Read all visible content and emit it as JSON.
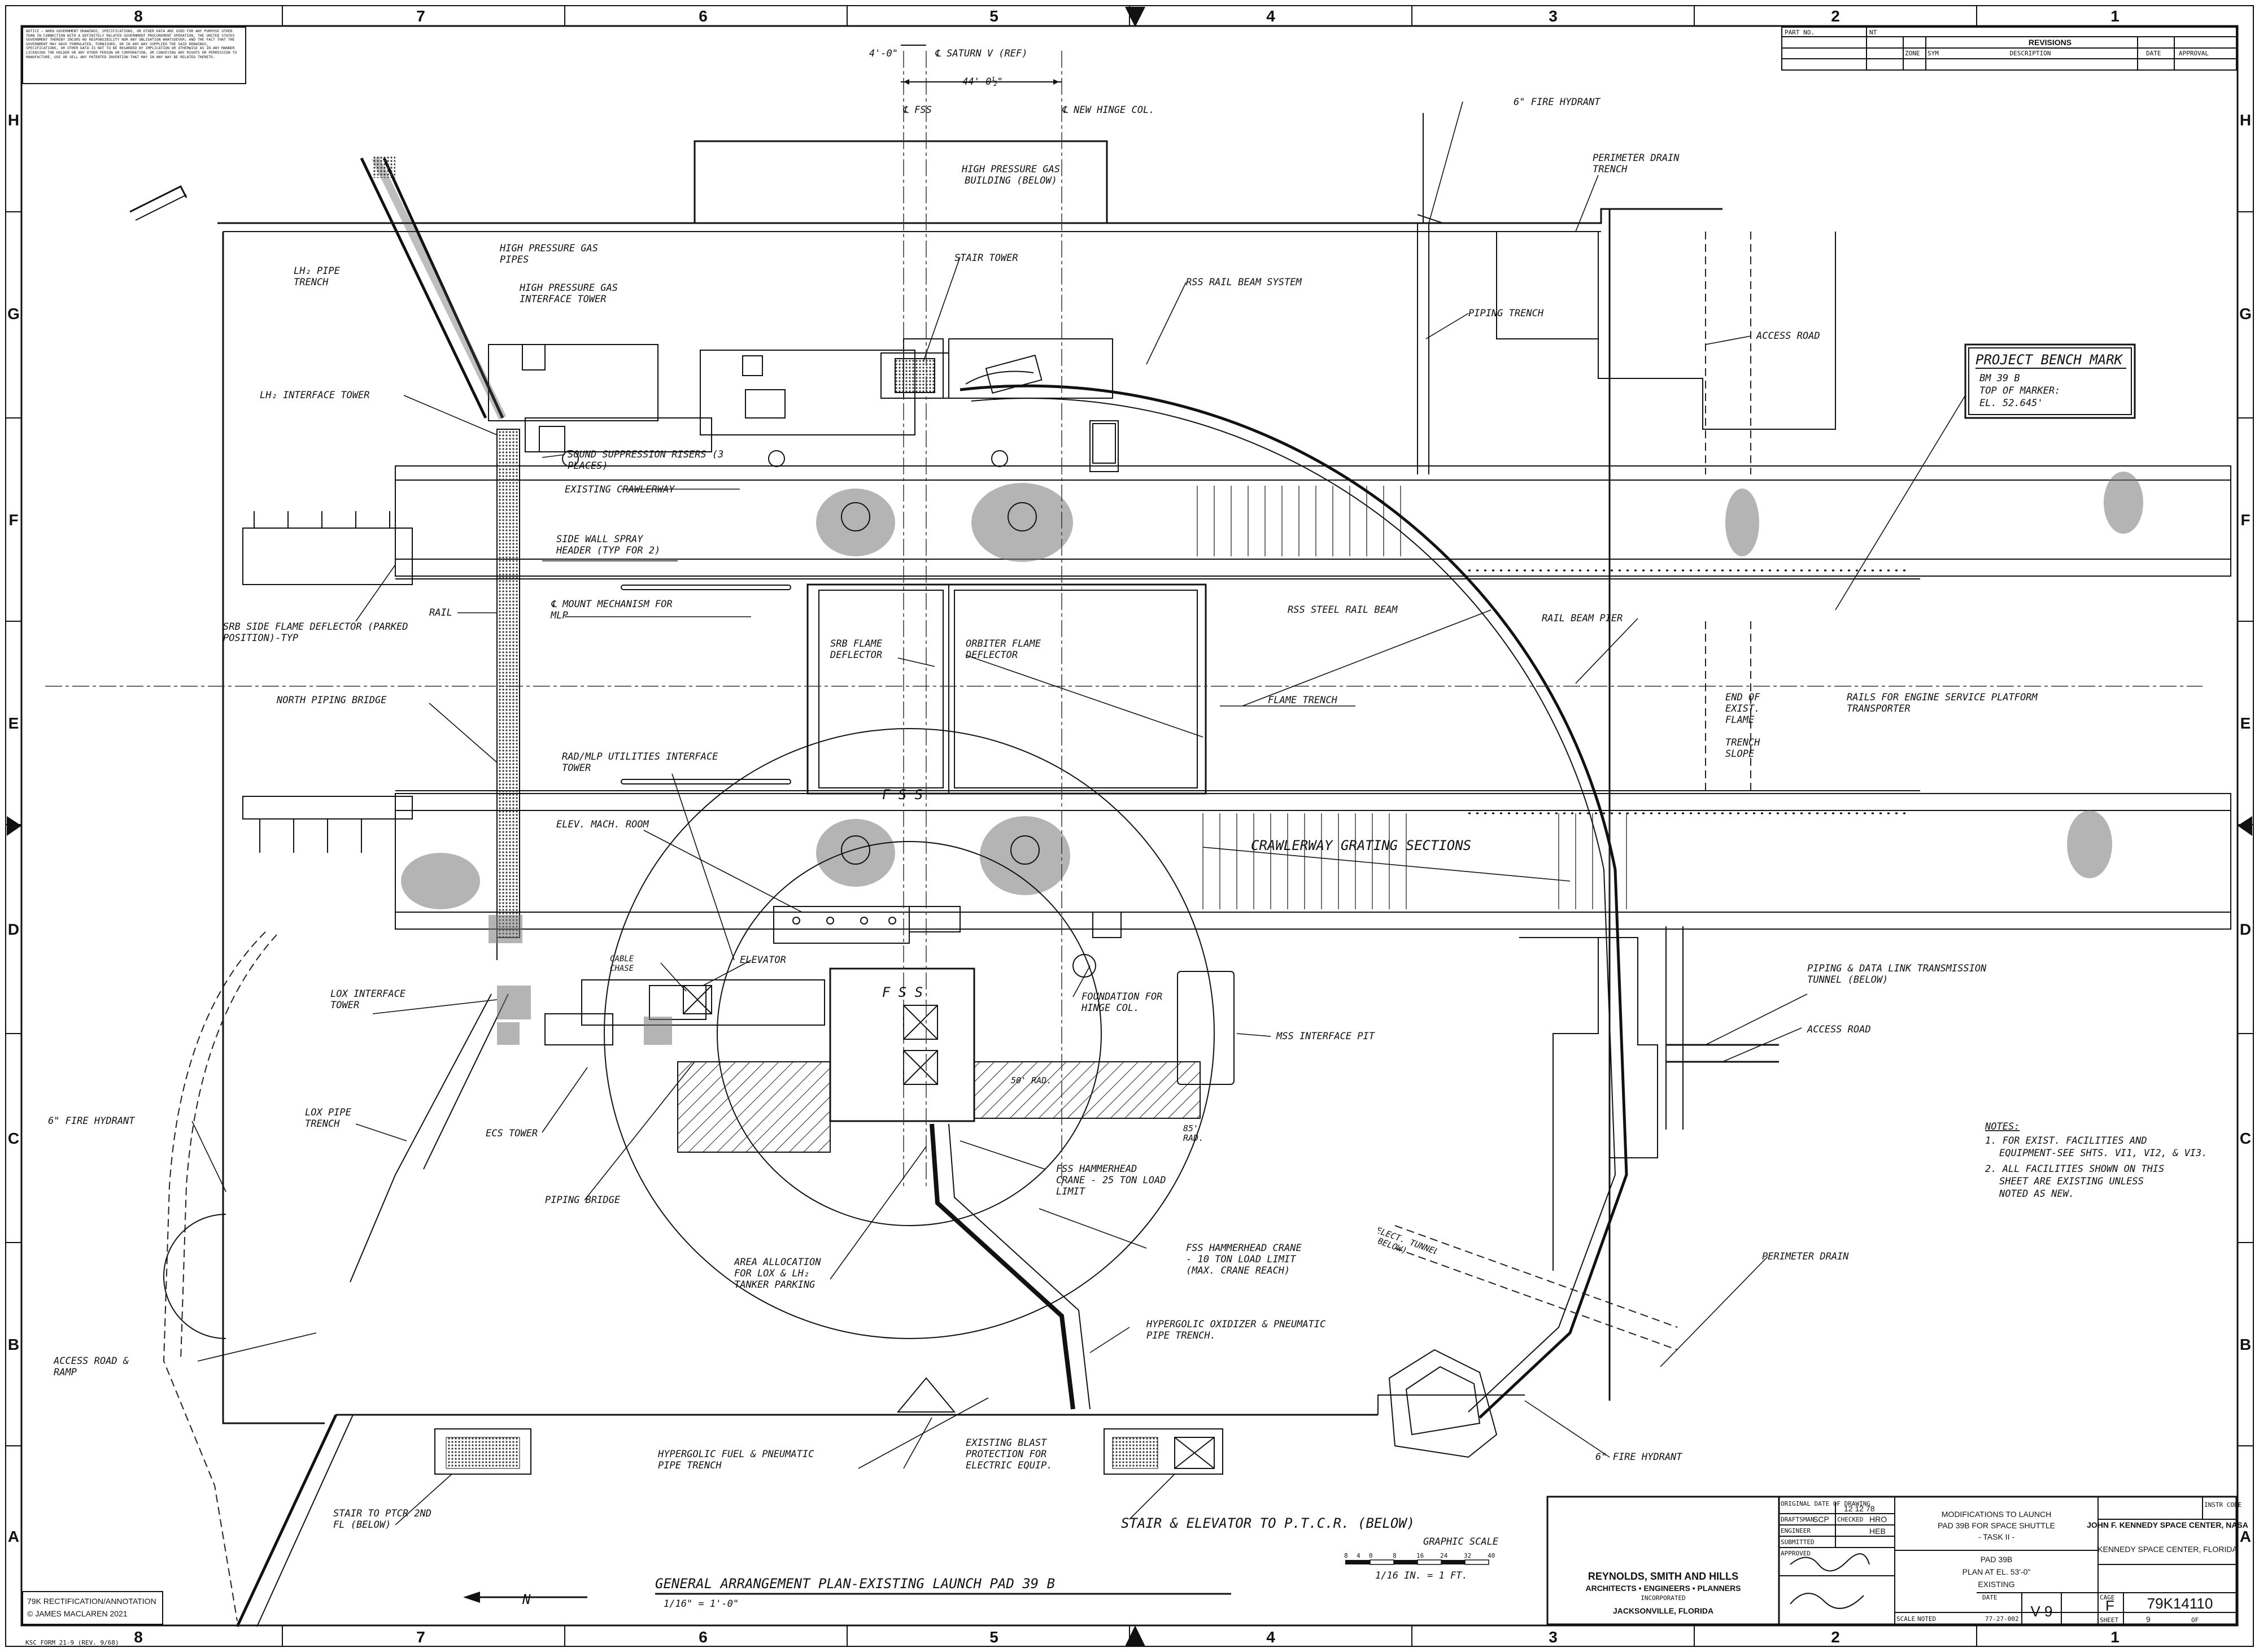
{
  "zones": {
    "columns_top": [
      "8",
      "7",
      "6",
      "5",
      "4",
      "3",
      "2",
      "1"
    ],
    "columns_bottom": [
      "8",
      "7",
      "6",
      "5",
      "4",
      "3",
      "2",
      "1"
    ],
    "rows_left": [
      "H",
      "G",
      "F",
      "E",
      "D",
      "C",
      "B",
      "A"
    ],
    "rows_right": [
      "H",
      "G",
      "F",
      "E",
      "D",
      "C",
      "B",
      "A"
    ]
  },
  "notice": "NOTICE — WHEN GOVERNMENT DRAWINGS, SPECIFICATIONS, OR OTHER DATA ARE USED FOR ANY PURPOSE OTHER THAN IN CONNECTION WITH A DEFINITELY RELATED GOVERNMENT PROCUREMENT OPERATION, THE UNITED STATES GOVERNMENT THEREBY INCURS NO RESPONSIBILITY NOR ANY OBLIGATION WHATSOEVER; AND THE FACT THAT THE GOVERNMENT MAY HAVE FORMULATED, FURNISHED, OR IN ANY WAY SUPPLIED THE SAID DRAWINGS, SPECIFICATIONS, OR OTHER DATA IS NOT TO BE REGARDED BY IMPLICATION OR OTHERWISE AS IN ANY MANNER LICENSING THE HOLDER OR ANY OTHER PERSON OR CORPORATION, OR CONVEYING ANY RIGHTS OR PERMISSION TO MANUFACTURE, USE OR SELL ANY PATENTED INVENTION THAT MAY IN ANY WAY BE RELATED THERETO.",
  "revisions": {
    "header_part": "PART NO.",
    "header_nt": "NT",
    "title": "REVISIONS",
    "columns": [
      "ZONE",
      "SYM",
      "DESCRIPTION",
      "DATE",
      "APPROVAL"
    ]
  },
  "dims": {
    "d1": "4'-0\"",
    "saturn": "℄ SATURN V (REF)",
    "d2": "44'-0½\"",
    "fss_cl": "℄ FSS",
    "hinge": "℄ NEW HINGE COL."
  },
  "labels": {
    "high_pressure_gas_building": "HIGH PRESSURE GAS BUILDING (BELOW)",
    "lh2_pipe_trench": "LH₂ PIPE TRENCH",
    "high_pressure_gas_pipes": "HIGH PRESSURE GAS PIPES",
    "hp_gas_interface_tower": "HIGH PRESSURE GAS INTERFACE TOWER",
    "stair_tower": "STAIR TOWER",
    "rss_rail_beam_system": "RSS RAIL BEAM SYSTEM",
    "fire_hydrant_top": "6\" FIRE HYDRANT",
    "perimeter_drain_trench": "PERIMETER DRAIN TRENCH",
    "piping_trench": "PIPING TRENCH",
    "access_road_top": "ACCESS ROAD",
    "lh2_interface_tower": "LH₂ INTERFACE TOWER",
    "sound_suppression": "SOUND SUPPRESSION RISERS (3 PLACES)",
    "existing_crawlerway": "EXISTING CRAWLERWAY",
    "side_wall_spray": "SIDE WALL SPRAY HEADER (TYP FOR 2)",
    "rail": "RAIL",
    "srb_side_flame": "SRB SIDE FLAME DEFLECTOR (PARKED POSITION)-TYP",
    "mount_mechanism": "℄ MOUNT MECHANISM FOR MLP",
    "srb_flame_deflector": "SRB FLAME DEFLECTOR",
    "orbiter_flame_deflector": "ORBITER FLAME DEFLECTOR",
    "rss_steel_rail_beam": "RSS STEEL RAIL BEAM",
    "rail_beam_pier": "RAIL BEAM PIER",
    "north_piping_bridge": "NORTH PIPING BRIDGE",
    "flame_trench": "FLAME TRENCH",
    "end_of_exist_flame": "END OF EXIST. FLAME",
    "trench_slope": "TRENCH SLOPE",
    "rails_engine_service": "RAILS FOR ENGINE SERVICE PLATFORM TRANSPORTER",
    "rad_mlp_utilities": "RAD/MLP UTILITIES INTERFACE TOWER",
    "elev_mach_room": "ELEV. MACH. ROOM",
    "crawlerway_grating": "CRAWLERWAY GRATING SECTIONS",
    "fss_box": "F S S",
    "fss_circle": "F S S",
    "cable_chase": "CABLE CHASE",
    "elevator": "ELEVATOR",
    "foundation_hinge": "FOUNDATION FOR HINGE COL.",
    "mss_interface_pit": "MSS INTERFACE PIT",
    "piping_data_link": "PIPING & DATA LINK TRANSMISSION TUNNEL (BELOW)",
    "access_road_mid": "ACCESS ROAD",
    "lox_interface_tower": "LOX INTERFACE TOWER",
    "ecs_tower": "ECS TOWER",
    "lox_pipe_trench": "LOX PIPE TRENCH",
    "fire_hydrant_left": "6\" FIRE HYDRANT",
    "rad_50": "50' RAD.",
    "rad_85": "85' RAD.",
    "piping_bridge": "PIPING BRIDGE",
    "fss_hammerhead_25": "FSS HAMMERHEAD CRANE - 25 TON LOAD LIMIT",
    "fss_hammerhead_10": "FSS HAMMERHEAD CRANE - 10 TON LOAD LIMIT (MAX. CRANE REACH)",
    "area_allocation": "AREA ALLOCATION FOR LOX & LH₂ TANKER PARKING",
    "elect_tunnel": "ELECT. TUNNEL (BELOW)",
    "perimeter_drain": "PERIMETER DRAIN",
    "hypergolic_oxidizer": "HYPERGOLIC OXIDIZER & PNEUMATIC PIPE TRENCH.",
    "access_road_ramp": "ACCESS ROAD & RAMP",
    "hypergolic_fuel": "HYPERGOLIC FUEL & PNEUMATIC PIPE TRENCH",
    "existing_blast": "EXISTING BLAST PROTECTION FOR ELECTRIC EQUIP.",
    "fire_hydrant_bottom": "6\" FIRE HYDRANT",
    "stair_to_ptcr": "STAIR TO PTCR 2ND FL (BELOW)",
    "stair_elevator_ptcr": "STAIR & ELEVATOR TO P.T.C.R. (BELOW)"
  },
  "bench_mark": {
    "title": "PROJECT BENCH MARK",
    "line1": "BM 39 B",
    "line2": "TOP OF MARKER:",
    "line3": "EL. 52.645'"
  },
  "notes": {
    "title": "NOTES:",
    "n1a": "1. FOR EXIST. FACILITIES AND",
    "n1b": "EQUIPMENT-SEE SHTS. VI1, VI2, & VI3.",
    "n2a": "2. ALL FACILITIES SHOWN ON THIS",
    "n2b": "SHEET ARE EXISTING UNLESS",
    "n2c": "NOTED AS NEW."
  },
  "graphic_scale": {
    "title": "GRAPHIC SCALE",
    "ticks": [
      "8",
      "4",
      "0",
      "8",
      "16",
      "24",
      "32",
      "40"
    ],
    "unit": "1/16 IN. = 1 FT."
  },
  "main_title": "GENERAL ARRANGEMENT PLAN-EXISTING LAUNCH PAD 39 B",
  "main_scale": "1/16\" = 1'-0\"",
  "north_label": "N",
  "credit": {
    "line1": "79K RECTIFICATION/ANNOTATION",
    "line2": "© JAMES MACLAREN 2021"
  },
  "title_block": {
    "original_date_label": "ORIGINAL DATE OF DRAWING",
    "original_date": "12 12 78",
    "drafted": "DRAFTSMAN",
    "drafted_by": "SCP",
    "checked_label": "CHECKED",
    "checked_by": "HRO",
    "engineer_label": "ENGINEER",
    "engineer_by": "HEB",
    "submitted_label": "SUBMITTED",
    "approved_label": "APPROVED",
    "firm_name": "REYNOLDS, SMITH AND HILLS",
    "firm_sub": "ARCHITECTS • ENGINEERS • PLANNERS",
    "firm_inc": "INCORPORATED",
    "firm_city": "JACKSONVILLE, FLORIDA",
    "mod_line1": "MODIFICATIONS TO LAUNCH",
    "mod_line2": "PAD 39B FOR SPACE SHUTTLE",
    "mod_line3": "- TASK II -",
    "sheet_title1": "PAD 39B",
    "sheet_title2": "PLAN AT EL. 53'-0\"",
    "sheet_title3": "EXISTING",
    "center_name": "JOHN F. KENNEDY SPACE CENTER, NASA",
    "center_loc": "KENNEDY SPACE CENTER, FLORIDA",
    "scale_label": "SCALE",
    "scale_val": "NOTED",
    "date_val": "77-27-002",
    "sheet_code": "V 9",
    "size": "F",
    "drawing_no": "79K14110",
    "sheet_label": "SHEET",
    "sheet_no": "9",
    "of_label": "OF",
    "instr_code": "INSTR CODE",
    "cage_label": "CAGE",
    "date_label": "DATE"
  },
  "form_no": "KSC FORM 21-9 (REV. 9/68)"
}
